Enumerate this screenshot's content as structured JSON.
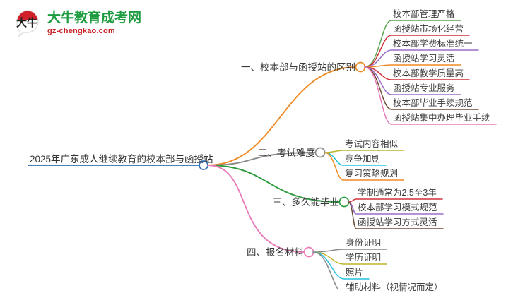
{
  "logo": {
    "mark_text": "大牛",
    "title": "大牛教育成考网",
    "subtitle": "gz-chengkao.com",
    "title_color": "#1d9b3f",
    "subtitle_color": "#c81f24",
    "mark_top_color": "#d0202a"
  },
  "mindmap": {
    "root": {
      "label": "2025年广东成人继续教育的校本部与函授站",
      "color": "#2f6fb5"
    },
    "branches": [
      {
        "label": "一、校本部与函授站的区别",
        "color": "#f08a24",
        "leaves": [
          {
            "label": "校本部管理严格",
            "color": "#5ba350"
          },
          {
            "label": "函授站市场化经营",
            "color": "#d1313b"
          },
          {
            "label": "校本部学费标准统一",
            "color": "#9b6fc6"
          },
          {
            "label": "函授站学习灵活",
            "color": "#f08a24"
          },
          {
            "label": "校本部教学质量高",
            "color": "#d1313b"
          },
          {
            "label": "函授站专业服务",
            "color": "#9b6fc6"
          },
          {
            "label": "校本部毕业手续规范",
            "color": "#6d4b36"
          },
          {
            "label": "函授站集中办理毕业手续",
            "color": "#e87bb8"
          }
        ]
      },
      {
        "label": "二、考试难度",
        "color": "#8a8a8a",
        "leaves": [
          {
            "label": "考试内容相似",
            "color": "#bcb62a"
          },
          {
            "label": "竞争加剧",
            "color": "#24c1dd"
          },
          {
            "label": "复习策略规划",
            "color": "#f08a24"
          }
        ]
      },
      {
        "label": "三、多久能毕业",
        "color": "#2e9b3f",
        "leaves": [
          {
            "label": "学制通常为2.5至3年",
            "color": "#d1313b"
          },
          {
            "label": "校本部学习模式规范",
            "color": "#9b6fc6"
          },
          {
            "label": "函授站学习方式灵活",
            "color": "#6d4b36"
          }
        ]
      },
      {
        "label": "四、报名材料",
        "color": "#e87bb8",
        "leaves": [
          {
            "label": "身份证明",
            "color": "#8a8a8a"
          },
          {
            "label": "学历证明",
            "color": "#bcb62a"
          },
          {
            "label": "照片",
            "color": "#24c1dd"
          },
          {
            "label": "辅助材料（视情况而定）",
            "color": "#8a8a8a"
          }
        ]
      }
    ]
  }
}
